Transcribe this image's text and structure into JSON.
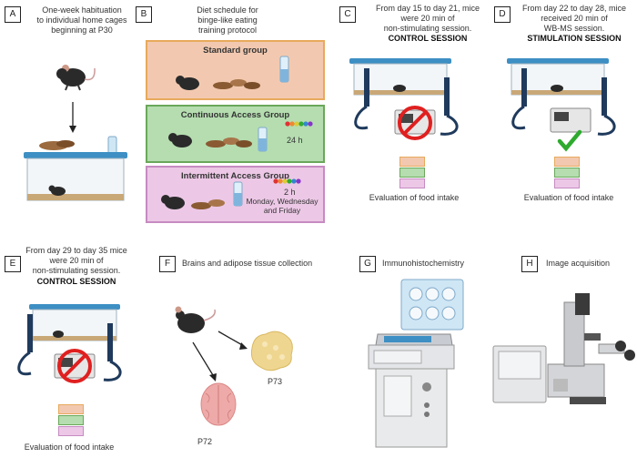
{
  "colors": {
    "standard_fill": "#f2c9b0",
    "standard_border": "#e8a95c",
    "continuous_fill": "#b5ddb0",
    "continuous_border": "#6aa85a",
    "intermittent_fill": "#ecc8e6",
    "intermittent_border": "#c68bc2",
    "cage_lid": "#3d8fc4",
    "no_symbol": "#e02020",
    "check": "#2eaa2e",
    "bedding": "#c9a877",
    "headphone": "#1f3a5c"
  },
  "panels": {
    "A": {
      "letter": "A",
      "text": "One-week habituation\nto individual home cages\nbeginning at P30"
    },
    "B": {
      "letter": "B",
      "text": "Diet schedule for\nbinge-like eating\ntraining protocol",
      "groups": [
        {
          "title": "Standard group",
          "schedule": ""
        },
        {
          "title": "Continuous Access Group",
          "schedule": "24 h"
        },
        {
          "title": "Intermittent Access Group",
          "schedule": "2 h",
          "days": "Monday, Wednesday\nand Friday"
        }
      ]
    },
    "C": {
      "letter": "C",
      "text": "From day 15 to day 21, mice\nwere 20 min of\nnon-stimulating session.",
      "session": "CONTROL SESSION",
      "caption": "Evaluation of food intake"
    },
    "D": {
      "letter": "D",
      "text": "From day 22 to day 28, mice\nreceived 20 min of\nWB-MS session.",
      "session": "STIMULATION SESSION",
      "caption": "Evaluation of food intake"
    },
    "E": {
      "letter": "E",
      "text": "From day 29 to day 35 mice\nwere 20 min of\nnon-stimulating session.",
      "session": "CONTROL SESSION",
      "caption": "Evaluation of food intake"
    },
    "F": {
      "letter": "F",
      "text": "Brains and adipose tissue collection",
      "brain_label": "P72",
      "fat_label": "P73"
    },
    "G": {
      "letter": "G",
      "text": "Immunohistochemistry"
    },
    "H": {
      "letter": "H",
      "text": "Image acquisition"
    }
  }
}
